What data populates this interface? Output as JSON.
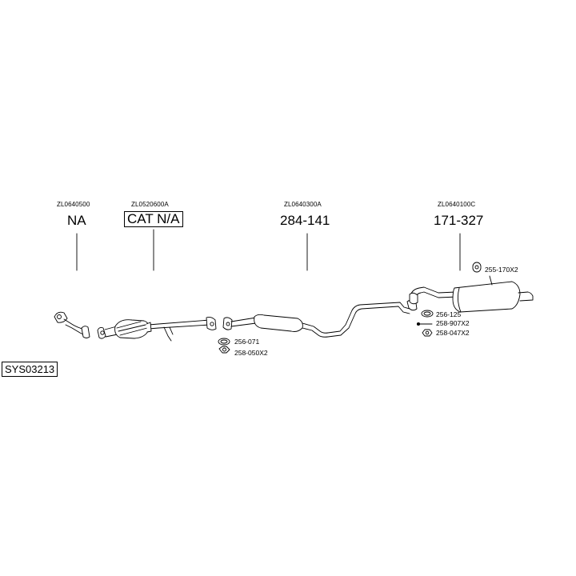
{
  "parts": [
    {
      "oem": "ZL0640500",
      "code": "NA"
    },
    {
      "oem": "ZL0520600A",
      "code": "CAT N/A"
    },
    {
      "oem": "ZL0640300A",
      "code": "284-141"
    },
    {
      "oem": "ZL0640100C",
      "code": "171-327"
    }
  ],
  "fittings": {
    "f_256_071": "256-071",
    "f_258_050": "258-050X2",
    "f_255_170": "255-170X2",
    "f_256_125": "256-125",
    "f_258_907": "258-907X2",
    "f_258_047": "258-047X2"
  },
  "system_code": "SYS03213"
}
